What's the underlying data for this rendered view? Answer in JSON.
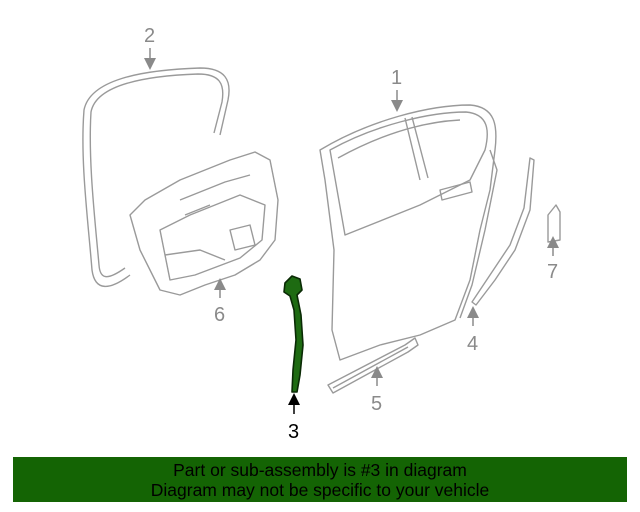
{
  "diagram": {
    "highlight_color": "#1e6b12",
    "callouts": {
      "c1": "1",
      "c2": "2",
      "c3": "3",
      "c4": "4",
      "c5": "5",
      "c6": "6",
      "c7": "7"
    },
    "highlighted_part": "3"
  },
  "banner": {
    "background": "#146404",
    "line1": "Part or sub-assembly is #3 in diagram",
    "line2": "Diagram may not be specific to your vehicle"
  }
}
